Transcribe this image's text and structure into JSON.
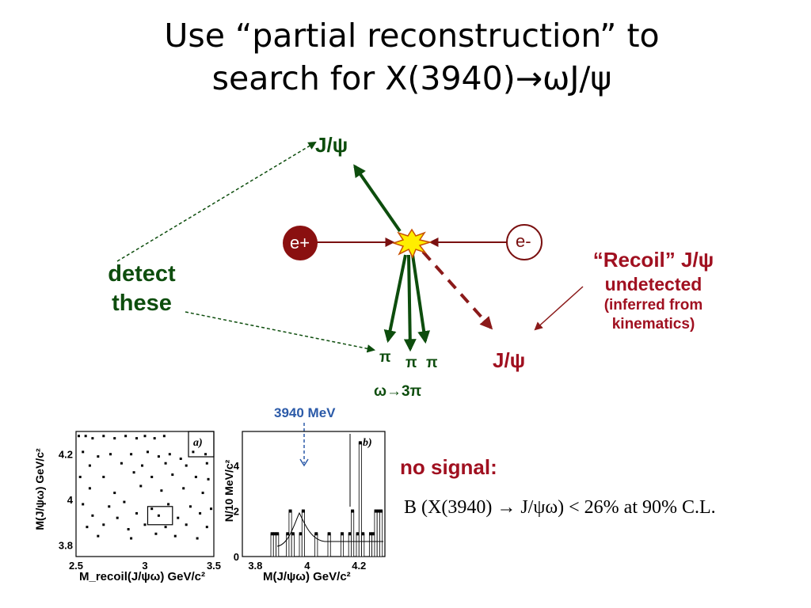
{
  "title": {
    "line1": "Use “partial reconstruction” to",
    "line2": "search for X(3940)→ωJ/ψ"
  },
  "diagram": {
    "positron": "e+",
    "electron": "e-",
    "jpsi_detected": "J/ψ",
    "jpsi_recoil": "J/ψ",
    "pion": "π",
    "omega_decay": "ω→3π",
    "detect_line1": "detect",
    "detect_line2": "these",
    "recoil_line1": "“Recoil” J/ψ",
    "recoil_line2": "undetected",
    "recoil_line3": "(inferred from",
    "recoil_line4": "kinematics)",
    "colors": {
      "arrow_green": "#0d4d0d",
      "arrow_red": "#8b1a1a",
      "beam_red": "#7a1010",
      "flash": "#ffee00"
    }
  },
  "mev_marker": "3940 MeV",
  "result": {
    "no_signal": "no signal:",
    "formula": "B (X(3940) → J/ψω) < 26%   at 90% C.L."
  },
  "chart_data": [
    {
      "type": "scatter",
      "panel": "a)",
      "xlabel": "M_recoil(J/ψω)   GeV/c²",
      "ylabel": "M(J/ψω)   GeV/c²",
      "xlim": [
        2.5,
        3.5
      ],
      "ylim": [
        3.75,
        4.3
      ],
      "xticks": [
        "2.5",
        "3",
        "3.5"
      ],
      "yticks": [
        "3.8",
        "4",
        "4.2"
      ],
      "points": [
        [
          2.52,
          4.28
        ],
        [
          2.57,
          4.28
        ],
        [
          2.62,
          4.27
        ],
        [
          2.7,
          4.28
        ],
        [
          2.78,
          4.27
        ],
        [
          2.86,
          4.28
        ],
        [
          2.94,
          4.27
        ],
        [
          3.0,
          4.28
        ],
        [
          3.07,
          4.27
        ],
        [
          3.14,
          4.28
        ],
        [
          2.55,
          4.21
        ],
        [
          2.66,
          4.19
        ],
        [
          2.75,
          4.2
        ],
        [
          2.9,
          4.2
        ],
        [
          3.02,
          4.21
        ],
        [
          3.1,
          4.19
        ],
        [
          3.18,
          4.2
        ],
        [
          3.26,
          4.18
        ],
        [
          3.35,
          4.21
        ],
        [
          3.44,
          4.2
        ],
        [
          2.6,
          4.15
        ],
        [
          2.83,
          4.16
        ],
        [
          2.98,
          4.15
        ],
        [
          3.15,
          4.16
        ],
        [
          3.3,
          4.15
        ],
        [
          3.45,
          4.16
        ],
        [
          2.53,
          4.1
        ],
        [
          2.7,
          4.1
        ],
        [
          2.92,
          4.12
        ],
        [
          3.05,
          4.1
        ],
        [
          3.2,
          4.11
        ],
        [
          3.37,
          4.1
        ],
        [
          3.46,
          4.09
        ],
        [
          2.6,
          4.05
        ],
        [
          2.78,
          4.03
        ],
        [
          2.97,
          4.06
        ],
        [
          3.12,
          4.04
        ],
        [
          3.28,
          4.05
        ],
        [
          3.42,
          4.03
        ],
        [
          2.55,
          3.98
        ],
        [
          2.74,
          3.97
        ],
        [
          2.85,
          3.99
        ],
        [
          3.05,
          3.96
        ],
        [
          3.17,
          3.98
        ],
        [
          3.33,
          3.97
        ],
        [
          3.48,
          3.96
        ],
        [
          2.62,
          3.93
        ],
        [
          2.8,
          3.92
        ],
        [
          2.94,
          3.94
        ],
        [
          3.1,
          3.93
        ],
        [
          3.24,
          3.92
        ],
        [
          3.4,
          3.94
        ],
        [
          2.58,
          3.88
        ],
        [
          2.7,
          3.89
        ],
        [
          2.88,
          3.87
        ],
        [
          3.0,
          3.89
        ],
        [
          3.15,
          3.88
        ],
        [
          3.3,
          3.89
        ],
        [
          3.45,
          3.88
        ],
        [
          2.66,
          3.84
        ],
        [
          2.9,
          3.83
        ],
        [
          3.08,
          3.85
        ],
        [
          3.22,
          3.84
        ],
        [
          3.38,
          3.83
        ]
      ],
      "box": {
        "x": [
          3.02,
          3.2
        ],
        "y": [
          3.89,
          3.97
        ]
      }
    },
    {
      "type": "bar",
      "panel": "b)",
      "xlabel": "M(J/ψω)   GeV/c²",
      "ylabel": "N/10 MeV/c²",
      "xlim": [
        3.75,
        4.3
      ],
      "ylim": [
        0,
        5.5
      ],
      "xticks": [
        "3.8",
        "4",
        "4.2"
      ],
      "yticks": [
        "0",
        "2",
        "4"
      ],
      "x": [
        3.865,
        3.875,
        3.885,
        3.925,
        3.935,
        3.945,
        3.975,
        3.985,
        4.035,
        4.085,
        4.135,
        4.165,
        4.175,
        4.195,
        4.205,
        4.215,
        4.245,
        4.255,
        4.265,
        4.275,
        4.285
      ],
      "values": [
        1,
        1,
        1,
        1,
        2,
        1,
        1,
        2,
        1,
        1,
        1,
        1,
        2,
        1,
        5,
        1,
        1,
        1,
        2,
        2,
        2
      ]
    }
  ]
}
